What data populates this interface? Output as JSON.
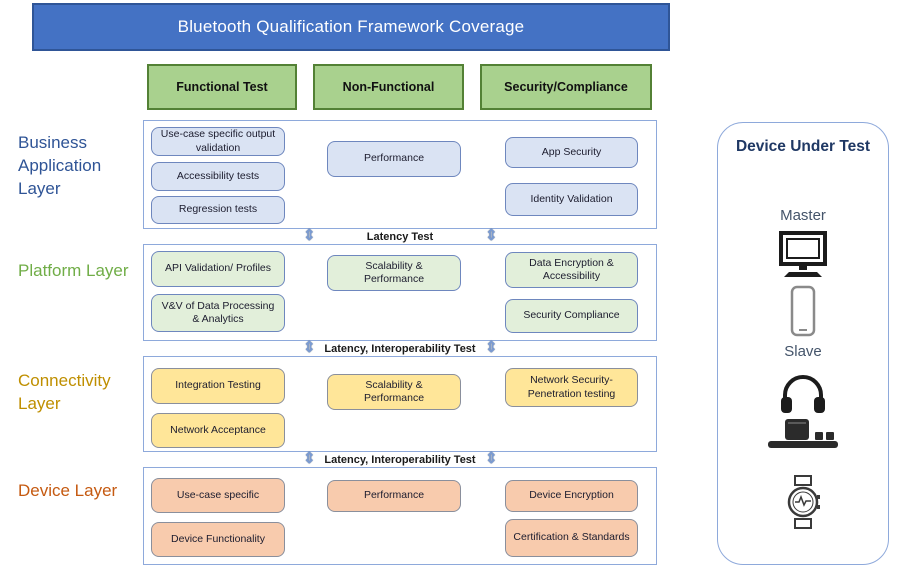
{
  "title": "Bluetooth Qualification Framework Coverage",
  "columns": [
    "Functional Test",
    "Non-Functional",
    "Security/Compliance"
  ],
  "layers": [
    {
      "label": "Business Application Layer",
      "label_color": "#2F5496",
      "box_color": "#DAE3F3",
      "tests": {
        "functional": [
          "Use-case specific output validation",
          "Accessibility tests",
          "Regression tests"
        ],
        "non_functional": [
          "Performance"
        ],
        "security": [
          "App Security",
          "Identity Validation"
        ]
      }
    },
    {
      "label": "Platform Layer",
      "label_color": "#70AD47",
      "box_color": "#E2EFDA",
      "tests": {
        "functional": [
          "API Validation/ Profiles",
          "V&V of Data Processing & Analytics"
        ],
        "non_functional": [
          "Scalability & Performance"
        ],
        "security": [
          "Data Encryption & Accessibility",
          "Security Compliance"
        ]
      }
    },
    {
      "label": "Connectivity Layer",
      "label_color": "#BF8F00",
      "box_color": "#FFE699",
      "tests": {
        "functional": [
          "Integration Testing",
          "Network Acceptance"
        ],
        "non_functional": [
          "Scalability & Performance"
        ],
        "security": [
          "Network Security- Penetration testing"
        ]
      }
    },
    {
      "label": "Device Layer",
      "label_color": "#C55A11",
      "box_color": "#F8CBAD",
      "tests": {
        "functional": [
          "Use-case specific",
          "Device Functionality"
        ],
        "non_functional": [
          "Performance"
        ],
        "security": [
          "Device Encryption",
          "Certification & Standards"
        ]
      }
    }
  ],
  "connectors": [
    {
      "label": "Latency Test",
      "arrow": "⇕"
    },
    {
      "label": "Latency, Interoperability Test",
      "arrow": "⇕"
    },
    {
      "label": "Latency, Interoperability Test",
      "arrow": "⇕"
    }
  ],
  "device_panel": {
    "title": "Device Under Test",
    "master_label": "Master",
    "slave_label": "Slave",
    "master_icons": [
      "monitor-icon",
      "smartphone-icon"
    ],
    "slave_icons": [
      "headphones-icon",
      "speaker-icon",
      "smartwatch-icon"
    ]
  },
  "colors": {
    "title_bg": "#4472C4",
    "title_border": "#2F5597",
    "header_bg": "#A9D18E",
    "header_border": "#538135",
    "row_border": "#8EA9DB",
    "arrow_blue": "#7B9BD2"
  }
}
